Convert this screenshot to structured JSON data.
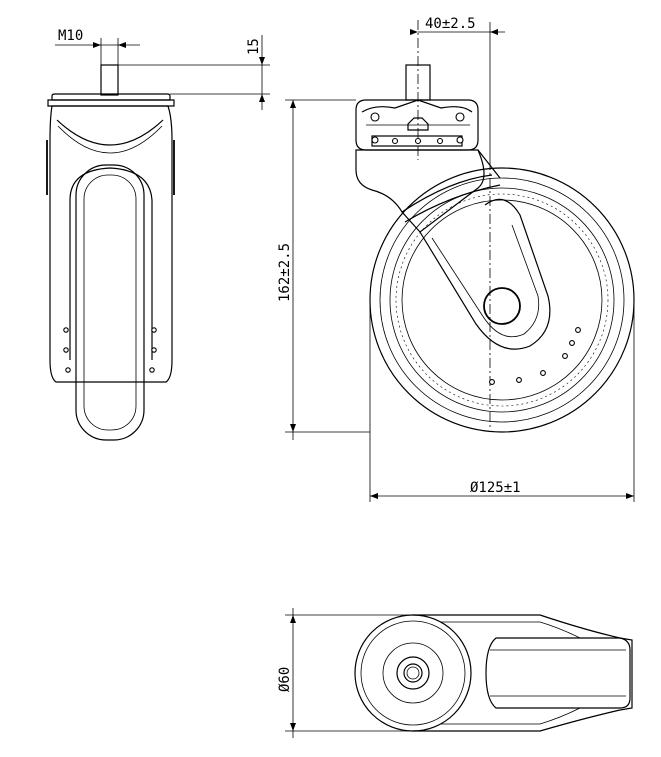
{
  "dimensions": {
    "thread": "M10",
    "stem_length": "15",
    "stem_offset": "40±2.5",
    "total_height": "162±2.5",
    "wheel_diameter": "Ø125±1",
    "top_plate_diameter": "Ø60"
  },
  "icons": {
    "arrowhead": "arrowhead-icon"
  }
}
